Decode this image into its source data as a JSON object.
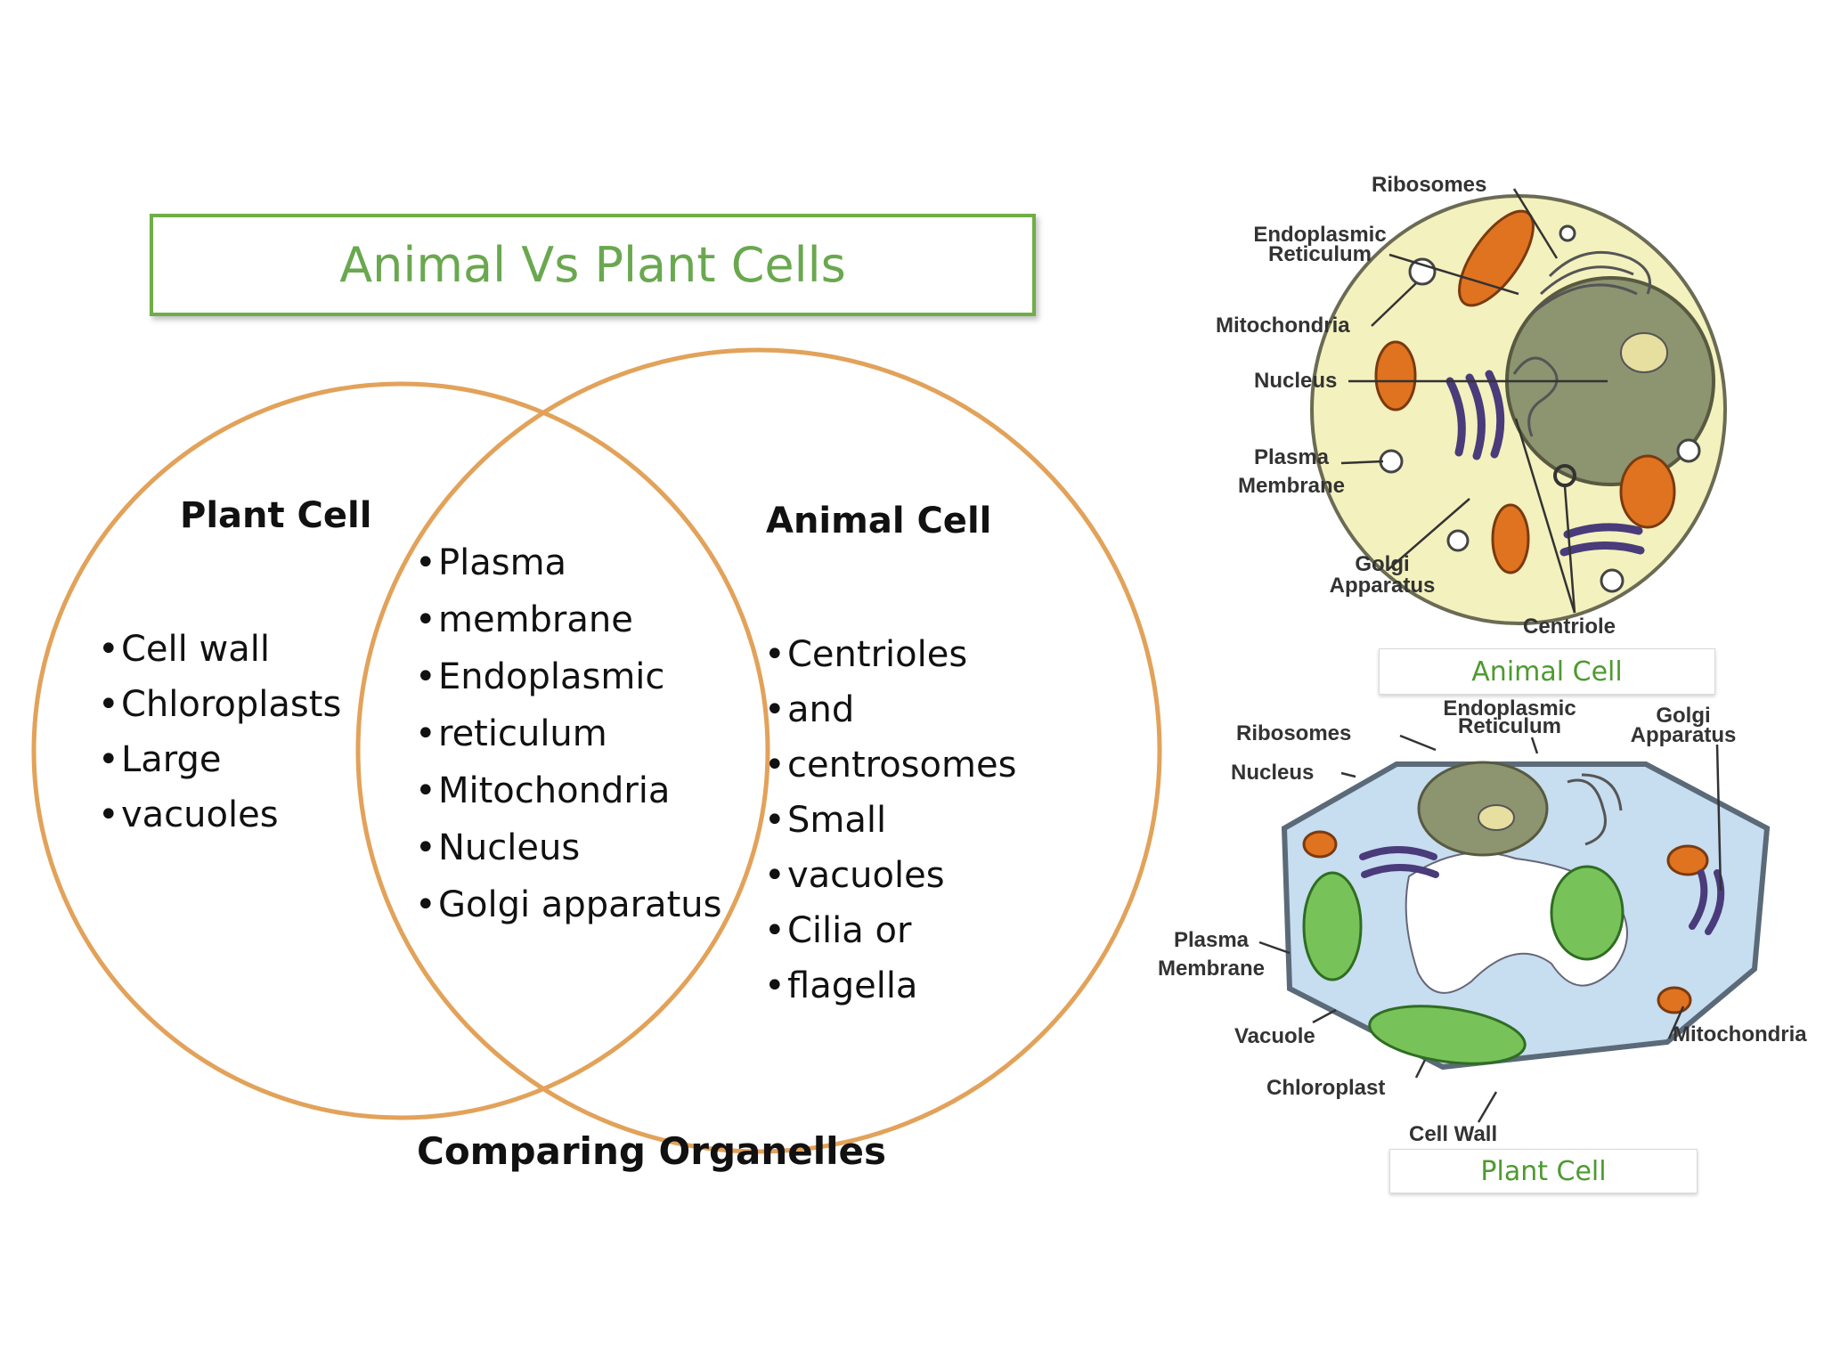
{
  "title": "Animal Vs Plant Cells",
  "venn": {
    "plant": {
      "heading": "Plant Cell",
      "items": [
        "Cell wall",
        "Chloroplasts",
        "Large",
        "vacuoles"
      ]
    },
    "shared": {
      "items": [
        "Plasma",
        "membrane",
        "Endoplasmic",
        "reticulum",
        "Mitochondria",
        "Nucleus",
        "Golgi apparatus"
      ]
    },
    "animal": {
      "heading": "Animal Cell",
      "items": [
        "Centrioles",
        "and",
        "centrosomes",
        "Small",
        "vacuoles",
        "Cilia or",
        "flagella"
      ]
    },
    "caption": "Comparing Organelles",
    "colors": {
      "circle": "#e2a25a",
      "title": "#6aa84f"
    }
  },
  "animal_diagram": {
    "caption": "Animal Cell",
    "labels": {
      "ribosomes": "Ribosomes",
      "er_line1": "Endoplasmic",
      "er_line2": "Reticulum",
      "mitochondria": "Mitochondria",
      "nucleus": "Nucleus",
      "plasma_line1": "Plasma",
      "plasma_line2": "Membrane",
      "golgi_line1": "Golgi",
      "golgi_line2": "Apparatus",
      "centriole": "Centriole"
    }
  },
  "plant_diagram": {
    "caption": "Plant Cell",
    "labels": {
      "ribosomes": "Ribosomes",
      "er_line1": "Endoplasmic",
      "er_line2": "Reticulum",
      "golgi_line1": "Golgi",
      "golgi_line2": "Apparatus",
      "nucleus": "Nucleus",
      "plasma_line1": "Plasma",
      "plasma_line2": "Membrane",
      "vacuole": "Vacuole",
      "chloroplast": "Chloroplast",
      "cell_wall": "Cell Wall",
      "mitochondria": "Mitochondria"
    }
  }
}
